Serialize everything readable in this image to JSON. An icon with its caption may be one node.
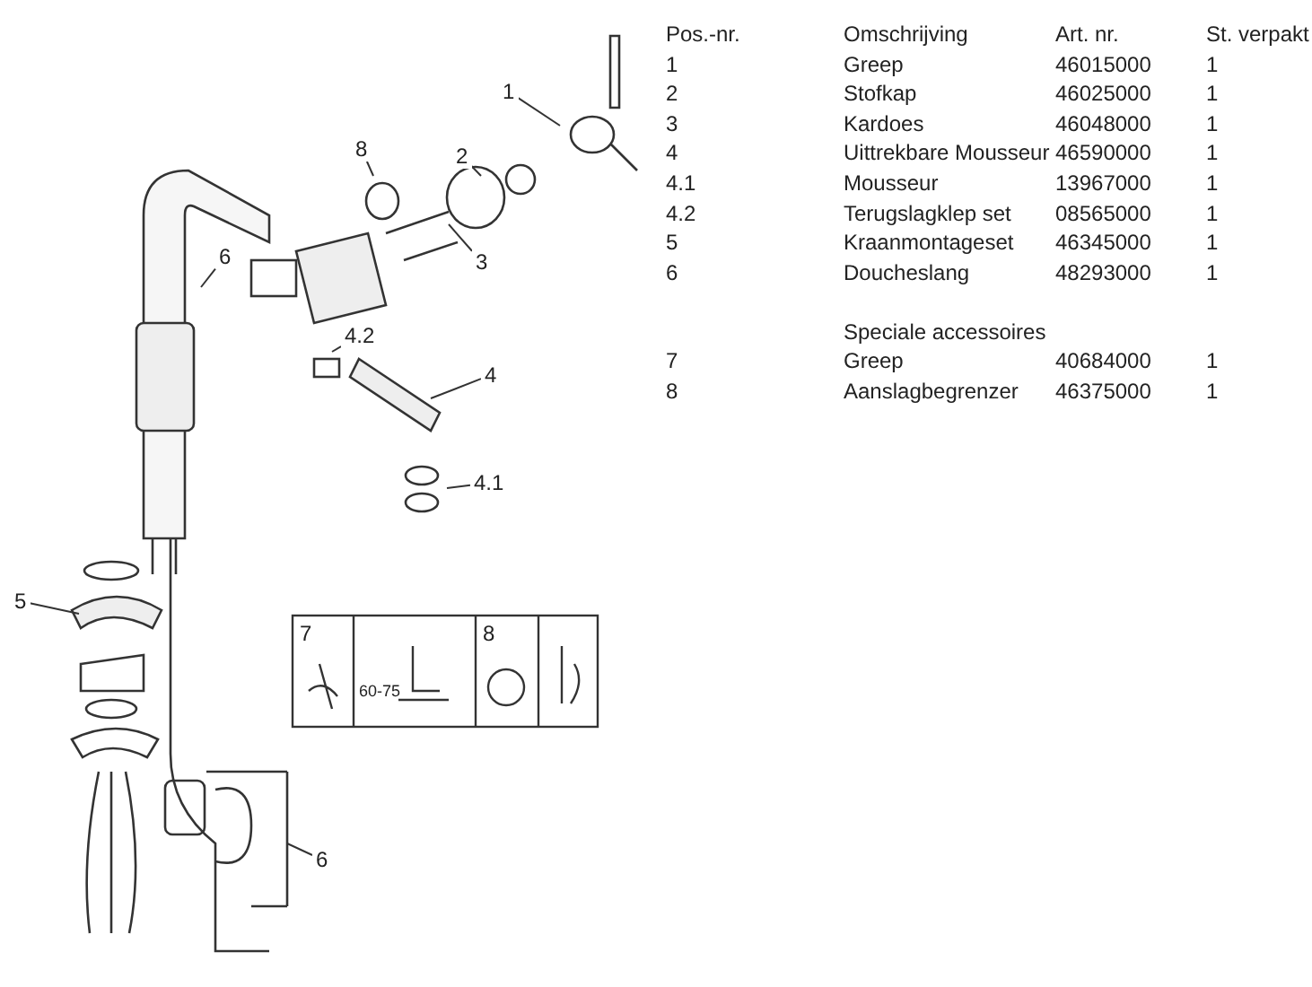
{
  "diagram": {
    "nodes": [
      {
        "text": [
          "1"
        ]
      },
      {
        "text": [
          "2"
        ]
      },
      {
        "text": [
          "8"
        ]
      },
      {
        "text": [
          "3"
        ]
      },
      {
        "text": [
          "6"
        ]
      },
      {
        "text": [
          "4.2"
        ]
      },
      {
        "text": [
          "4"
        ]
      },
      {
        "text": [
          "4.1"
        ]
      },
      {
        "text": [
          "5"
        ]
      },
      {
        "text": [
          "6"
        ]
      }
    ],
    "edges": [
      {
        "from": 0,
        "to": null,
        "arrow": "none"
      },
      {
        "from": 1,
        "to": null,
        "arrow": "none"
      },
      {
        "from": 2,
        "to": null,
        "arrow": "none"
      },
      {
        "from": 3,
        "to": null,
        "arrow": "none"
      },
      {
        "from": 4,
        "to": null,
        "arrow": "none"
      },
      {
        "from": 5,
        "to": null,
        "arrow": "none"
      },
      {
        "from": 6,
        "to": null,
        "arrow": "none"
      },
      {
        "from": 7,
        "to": null,
        "arrow": "none"
      },
      {
        "from": 8,
        "to": null,
        "arrow": "none"
      },
      {
        "from": 9,
        "to": null,
        "arrow": "none"
      }
    ],
    "labels": [
      "Pos.-nr.",
      "Omschrijving",
      "Art. nr.",
      "St. verpakt",
      "1",
      "Greep",
      "46015000",
      "1",
      "2",
      "Stofkap",
      "46025000",
      "1",
      "3",
      "Kardoes",
      "46048000",
      "1",
      "4",
      "Uittrekbare Mousseur",
      "46590000",
      "1",
      "4.1",
      "Mousseur",
      "13967000",
      "1",
      "4.2",
      "Terugslagklep set",
      "08565000",
      "1",
      "5",
      "Kraanmontageset",
      "46345000",
      "1",
      "6",
      "Doucheslang",
      "48293000",
      "1",
      "Speciale accessoires",
      "7",
      "Greep",
      "40684000",
      "1",
      "8",
      "Aanslagbegrenzer",
      "46375000",
      "1",
      "7",
      "8",
      "60-75"
    ]
  }
}
